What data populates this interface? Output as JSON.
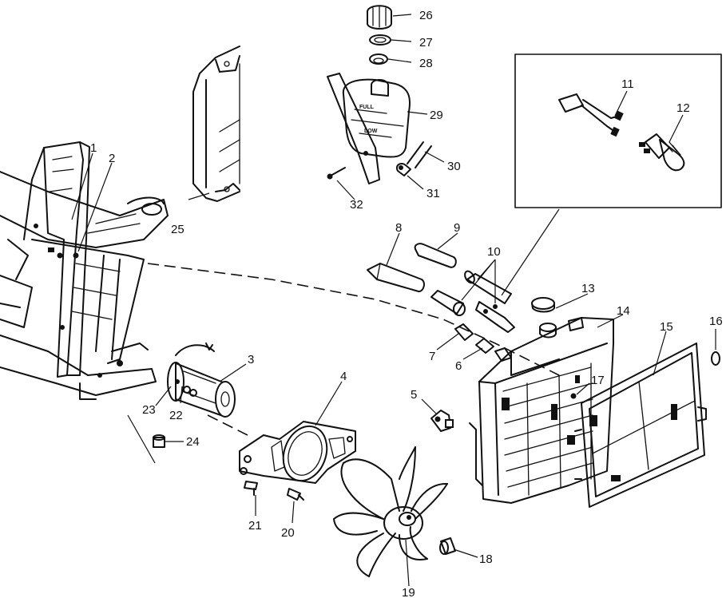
{
  "diagram": {
    "callouts": [
      "1",
      "2",
      "3",
      "4",
      "5",
      "6",
      "7",
      "8",
      "9",
      "10",
      "11",
      "12",
      "13",
      "14",
      "15",
      "16",
      "17",
      "18",
      "19",
      "20",
      "21",
      "22",
      "23",
      "24",
      "25",
      "26",
      "27",
      "28",
      "29",
      "30",
      "31",
      "32"
    ],
    "tank_marks": [
      "FULL",
      "LOW"
    ]
  }
}
